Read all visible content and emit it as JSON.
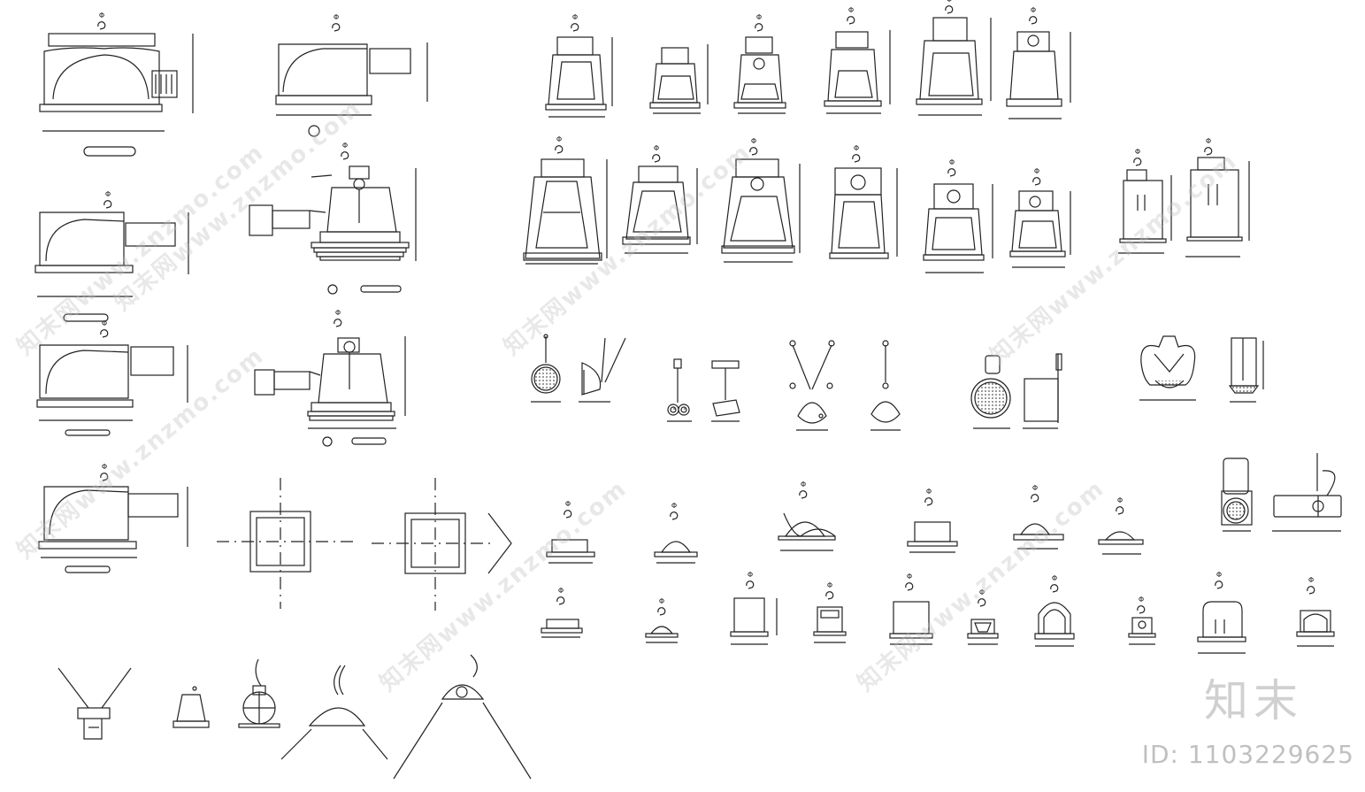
{
  "fixture_label": "Φ",
  "watermark_text": "知末网www.znzmo.com",
  "brand": "知末",
  "id_label": "ID: 1103229625",
  "colors": {
    "line": "#222222",
    "hatch": "#555555",
    "watermark": "#bdbdbd"
  }
}
